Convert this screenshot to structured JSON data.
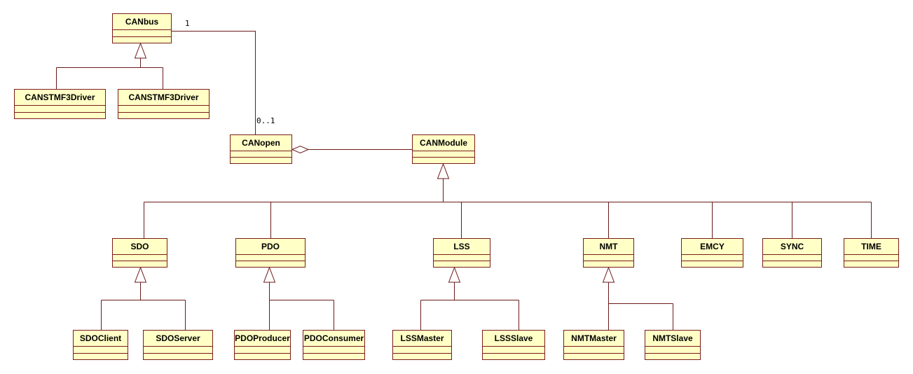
{
  "diagram": {
    "classes": [
      {
        "id": "canbus",
        "name": "CANbus"
      },
      {
        "id": "canstmf3driver-1",
        "name": "CANSTMF3Driver"
      },
      {
        "id": "canstmf3driver-2",
        "name": "CANSTMF3Driver"
      },
      {
        "id": "canopen",
        "name": "CANopen"
      },
      {
        "id": "canmodule",
        "name": "CANModule"
      },
      {
        "id": "sdo",
        "name": "SDO"
      },
      {
        "id": "pdo",
        "name": "PDO"
      },
      {
        "id": "lss",
        "name": "LSS"
      },
      {
        "id": "nmt",
        "name": "NMT"
      },
      {
        "id": "emcy",
        "name": "EMCY"
      },
      {
        "id": "sync",
        "name": "SYNC"
      },
      {
        "id": "time",
        "name": "TIME"
      },
      {
        "id": "sdoclient",
        "name": "SDOClient"
      },
      {
        "id": "sdoserver",
        "name": "SDOServer"
      },
      {
        "id": "pdoproducer",
        "name": "PDOProducer"
      },
      {
        "id": "pdoconsumer",
        "name": "PDOConsumer"
      },
      {
        "id": "lssmaster",
        "name": "LSSMaster"
      },
      {
        "id": "lssslave",
        "name": "LSSSlave"
      },
      {
        "id": "nmtmaster",
        "name": "NMTMaster"
      },
      {
        "id": "nmtslave",
        "name": "NMTSlave"
      }
    ],
    "generalizations": [
      {
        "parent": "canbus",
        "children": [
          "canstmf3driver-1",
          "canstmf3driver-2"
        ]
      },
      {
        "parent": "canmodule",
        "children": [
          "sdo",
          "pdo",
          "lss",
          "nmt",
          "emcy",
          "sync",
          "time"
        ]
      },
      {
        "parent": "sdo",
        "children": [
          "sdoclient",
          "sdoserver"
        ]
      },
      {
        "parent": "pdo",
        "children": [
          "pdoproducer",
          "pdoconsumer"
        ]
      },
      {
        "parent": "lss",
        "children": [
          "lssmaster",
          "lssslave"
        ]
      },
      {
        "parent": "nmt",
        "children": [
          "nmtmaster",
          "nmtslave"
        ]
      }
    ],
    "associations": [
      {
        "from": "canbus",
        "to": "canopen",
        "from_multiplicity": "1",
        "to_multiplicity": "0..1"
      }
    ],
    "aggregations": [
      {
        "whole": "canopen",
        "part": "canmodule"
      }
    ]
  }
}
